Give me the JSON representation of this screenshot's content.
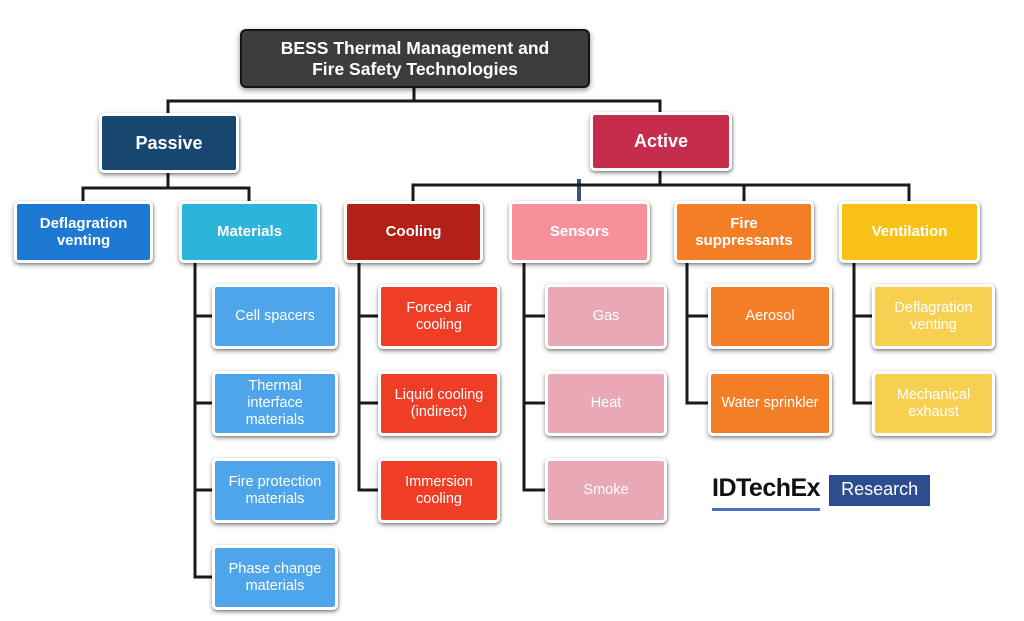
{
  "diagram_title": "BESS Thermal Management and Fire Safety Technologies",
  "colors": {
    "root_bg": "#3c3c3c",
    "root_border": "#141414",
    "passive_bg": "#17466f",
    "active_bg": "#c62c4b",
    "deflagration_bg": "#1d79d4",
    "materials_bg": "#2cb4da",
    "materials_child_bg": "#4ea5e9",
    "cooling_bg": "#b22017",
    "cooling_child_bg": "#ef3d26",
    "sensors_bg": "#f8909b",
    "sensors_child_bg": "#e9a8b6",
    "fire_suppressants_bg": "#f47e26",
    "fire_suppressants_child_bg": "#f47e26",
    "ventilation_bg": "#f7c215",
    "ventilation_child_bg": "#f8d051",
    "connector": "#1a1a1a",
    "sensors_stub": "#414f87",
    "logo_underline": "#4a6fbe",
    "logo_badge_bg": "#2e4d8f"
  },
  "tree": {
    "root": "BESS Thermal Management and Fire Safety Technologies",
    "passive": {
      "label": "Passive",
      "deflagration": "Deflagration venting",
      "materials": {
        "label": "Materials",
        "children": [
          "Cell spacers",
          "Thermal interface materials",
          "Fire protection materials",
          "Phase change materials"
        ]
      }
    },
    "active": {
      "label": "Active",
      "cooling": {
        "label": "Cooling",
        "children": [
          "Forced air cooling",
          "Liquid cooling (indirect)",
          "Immersion cooling"
        ]
      },
      "sensors": {
        "label": "Sensors",
        "children": [
          "Gas",
          "Heat",
          "Smoke"
        ]
      },
      "fire_suppressants": {
        "label": "Fire suppressants",
        "children": [
          "Aerosol",
          "Water sprinkler"
        ]
      },
      "ventilation": {
        "label": "Ventilation",
        "children": [
          "Deflagration venting",
          "Mechanical exhaust"
        ]
      }
    }
  },
  "logo": {
    "brand": "IDTechEx",
    "badge": "Research"
  }
}
